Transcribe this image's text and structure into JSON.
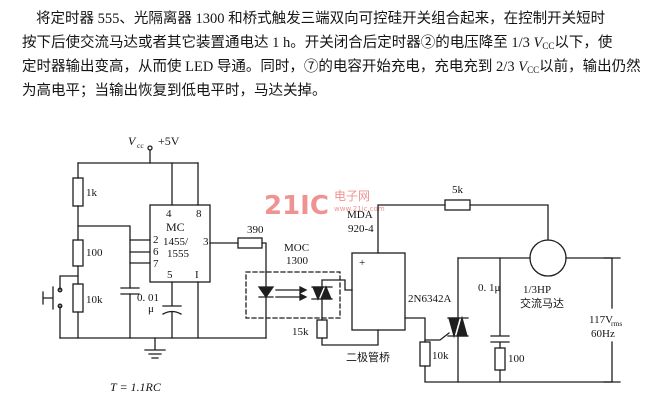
{
  "paragraph": {
    "line1": "将定时器 555、光隔离器 1300 和桥式触发三端双向可控硅开关组合起来，在控制开关短时",
    "line2": {
      "before": "按下后使交流马达或者其它装置通电达 1 h。开关闭合后定时器②的电压降至 1/3 ",
      "v": "V",
      "sub": "CC",
      "after": "以下，使"
    },
    "line3": {
      "before": "定时器输出变高，从而使 LED 导通。同时，⑦的电容开始充电，充电充到 2/3 ",
      "v": "V",
      "sub": "CC",
      "after": "以前，输出仍然"
    },
    "line4": "为高电平；当输出恢复到低电平时，马达关掉。"
  },
  "circuit": {
    "supply": {
      "v": "V",
      "sub": "cc",
      "value": "+5V"
    },
    "r1": "1k",
    "r2": "100",
    "r3": "10k",
    "ic": {
      "pin4": "4",
      "pin8": "8",
      "name1": "MC",
      "name2": "1455/",
      "name3": "1555",
      "pin2": "2",
      "pin6": "6",
      "pin7": "7",
      "pin5": "5",
      "pin1": "I",
      "pin3": "3"
    },
    "c_timer": {
      "value": "0. 01",
      "unit": "μ"
    },
    "r_led": "390",
    "opto": {
      "name": "MOC",
      "part": "1300"
    },
    "r_gate": "15k",
    "bridge": {
      "name": "MDA",
      "part": "920-4",
      "plus": "+",
      "label": "二极管桥"
    },
    "r_feed": "5k",
    "triac": "2N6342A",
    "r_triac": "10k",
    "c_snubber": "0. 1μ",
    "r_snubber": "100",
    "motor": {
      "rating": "1/3HP",
      "label": "交流马达"
    },
    "source": {
      "voltage": "117V",
      "sub": "rms",
      "freq": "60Hz"
    },
    "formula": "T = 1.1RC"
  },
  "watermark": {
    "logo": "21IC",
    "cn": "电子网",
    "url": "www.21ic.com"
  }
}
